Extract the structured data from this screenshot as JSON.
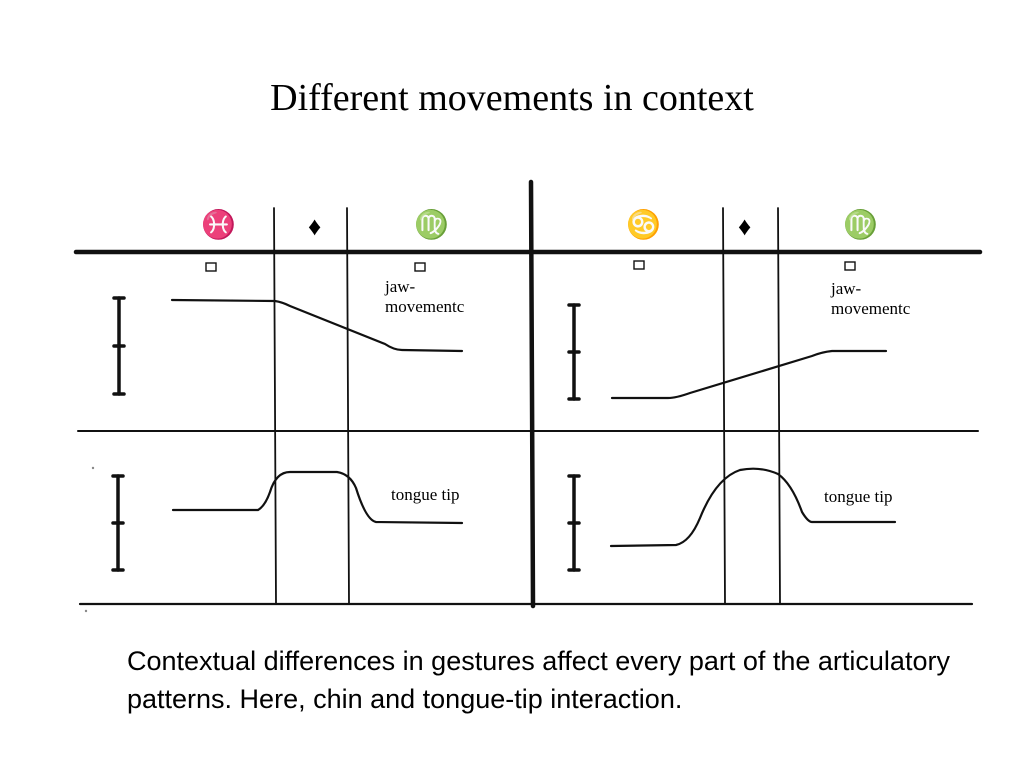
{
  "slide": {
    "title": "Different movements in context",
    "caption": "Contextual differences in gestures affect every part of the articulatory patterns. Here, chin and tongue-tip interaction."
  },
  "diagram": {
    "panels": [
      {
        "id": "left",
        "symbols": [
          "♓",
          "♦",
          "♍"
        ],
        "jaw_label": "jaw-\nmovementc",
        "tongue_label": "tongue tip"
      },
      {
        "id": "right",
        "symbols": [
          "♋",
          "♦",
          "♍"
        ],
        "jaw_label": "jaw-\nmovementc",
        "tongue_label": "tongue tip"
      }
    ]
  }
}
